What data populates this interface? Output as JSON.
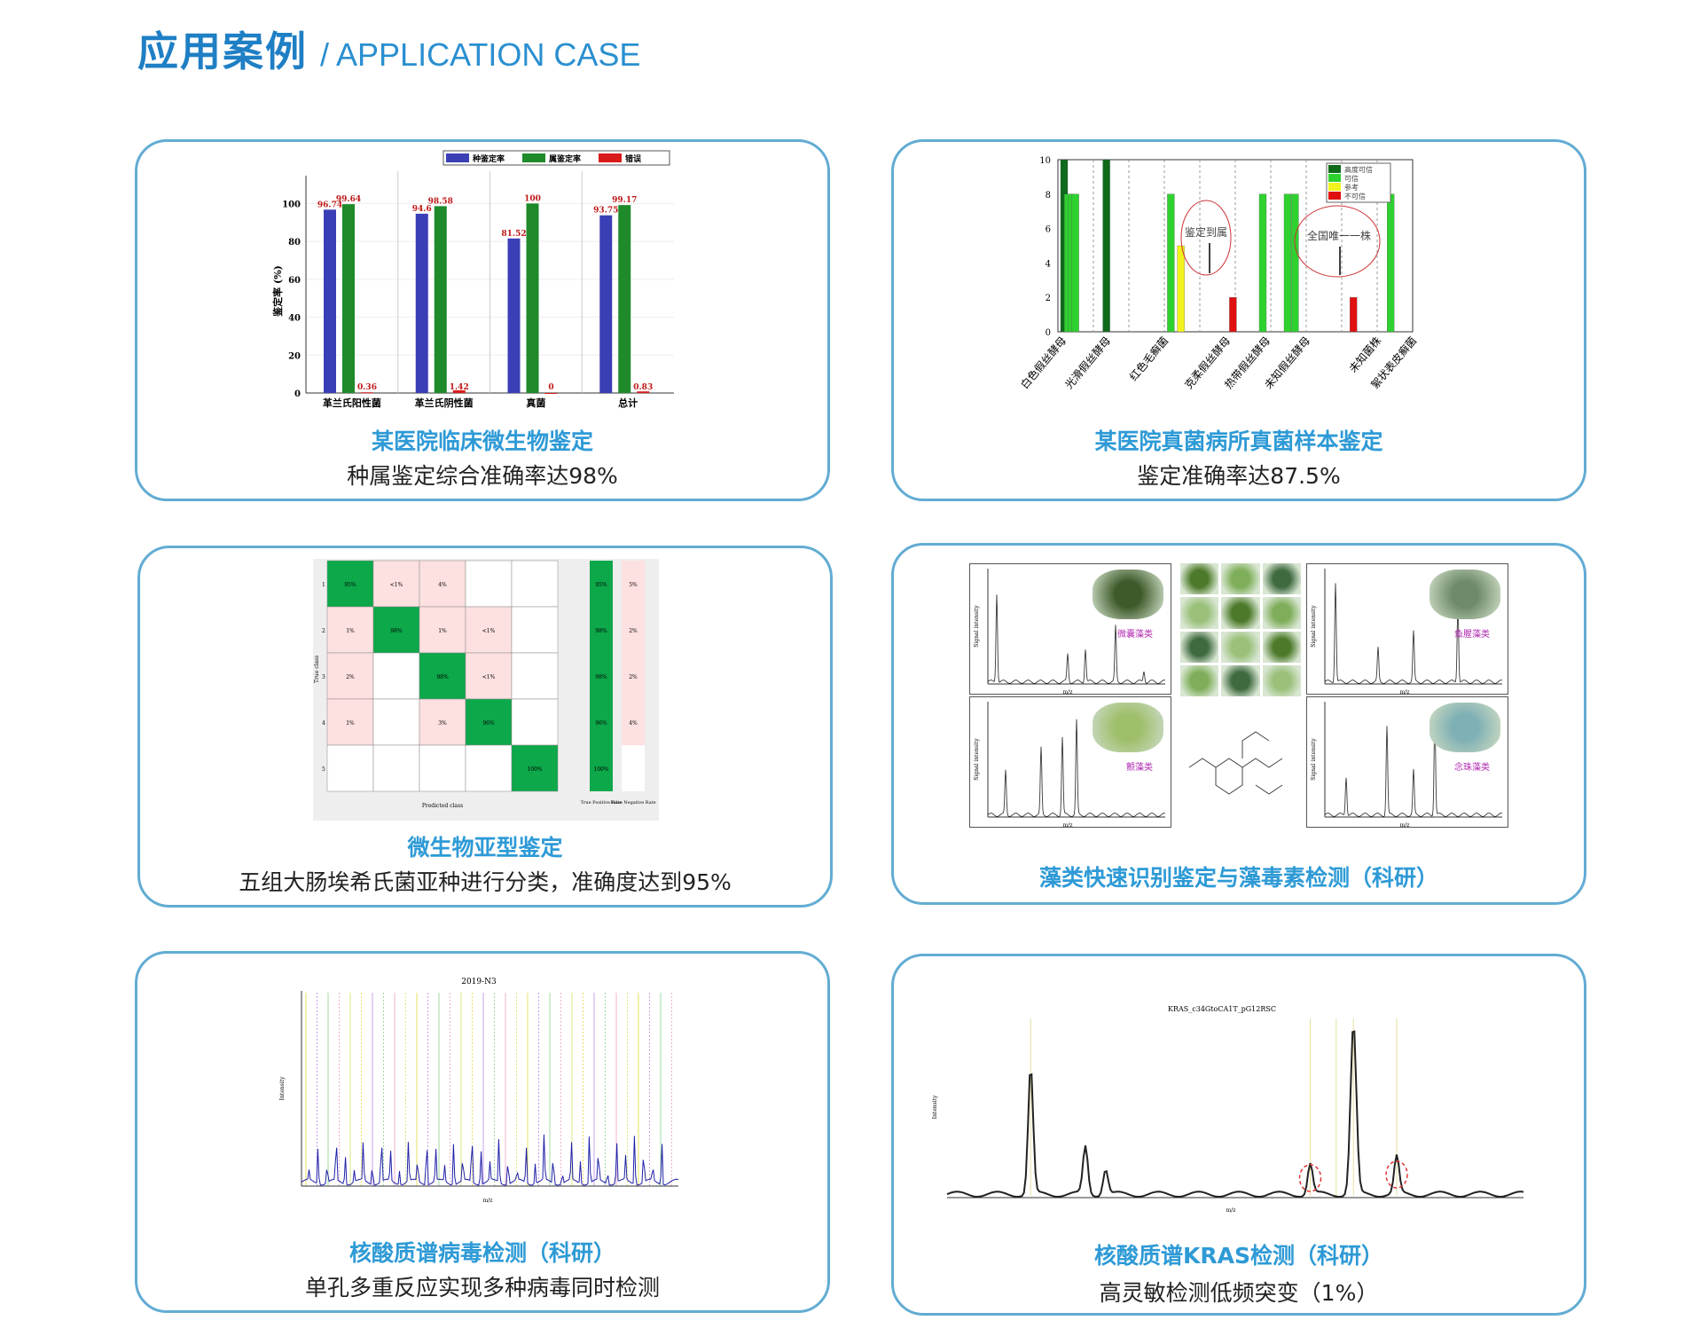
{
  "header": {
    "title_cn": "应用案例",
    "title_en": "/ APPLICATION CASE"
  },
  "cards": [
    {
      "title": "某医院临床微生物鉴定",
      "subtitle": "种属鉴定综合准确率达98%"
    },
    {
      "title": "某医院真菌病所真菌样本鉴定",
      "subtitle": "鉴定准确率达87.5%"
    },
    {
      "title": "微生物亚型鉴定",
      "subtitle": "五组大肠埃希氏菌亚种进行分类，准确度达到95%"
    },
    {
      "title": "藻类快速识别鉴定与藻毒素检测（科研）",
      "subtitle": ""
    },
    {
      "title": "核酸质谱病毒检测（科研）",
      "subtitle": "单孔多重反应实现多种病毒同时检测"
    },
    {
      "title": "核酸质谱KRAS检测（科研）",
      "subtitle": "高灵敏检测低频突变（1%）"
    }
  ],
  "chart_data": [
    {
      "type": "bar",
      "ylabel": "鉴定率 (%)",
      "ylim": [
        0,
        110
      ],
      "yticks": [
        0,
        20,
        40,
        60,
        80,
        100
      ],
      "categories": [
        "革兰氏阳性菌",
        "革兰氏阴性菌",
        "真菌",
        "总计"
      ],
      "series": [
        {
          "name": "种鉴定率",
          "color": "#3b3fb5",
          "values": [
            96.74,
            94.6,
            81.52,
            93.75
          ]
        },
        {
          "name": "属鉴定率",
          "color": "#1e8a2a",
          "values": [
            99.64,
            98.58,
            100,
            99.17
          ]
        },
        {
          "name": "错误",
          "color": "#d91a1a",
          "values": [
            0.36,
            1.42,
            0,
            0.83
          ]
        }
      ]
    },
    {
      "type": "bar",
      "ylim": [
        0,
        10
      ],
      "yticks": [
        0,
        2,
        4,
        6,
        8,
        10
      ],
      "legend": [
        {
          "name": "高度可信",
          "color": "#0f6a1a"
        },
        {
          "name": "可信",
          "color": "#2fd12f"
        },
        {
          "name": "参考",
          "color": "#f2f21e"
        },
        {
          "name": "不可信",
          "color": "#e01010"
        }
      ],
      "categories": [
        "白色假丝酵母",
        "光滑假丝酵母",
        "红色毛癣菌",
        "克柔假丝酵母",
        "热带假丝酵母",
        "未知假丝酵母",
        "未知菌株",
        "絮状表皮癣菌"
      ],
      "bars": [
        {
          "cat": 0,
          "value": 10,
          "level": 0
        },
        {
          "cat": 0,
          "value": 8,
          "level": 1
        },
        {
          "cat": 0,
          "value": 8,
          "level": 1
        },
        {
          "cat": 0,
          "value": 8,
          "level": 1
        },
        {
          "cat": 1,
          "value": 10,
          "level": 0
        },
        {
          "cat": 2,
          "value": 8,
          "level": 1
        },
        {
          "cat": 2,
          "value": 5,
          "level": 2
        },
        {
          "cat": 3,
          "value": 2,
          "level": 3
        },
        {
          "cat": 4,
          "value": 8,
          "level": 1
        },
        {
          "cat": 5,
          "value": 8,
          "level": 1
        },
        {
          "cat": 5,
          "value": 8,
          "level": 1
        },
        {
          "cat": 6,
          "value": 2,
          "level": 3
        },
        {
          "cat": 7,
          "value": 8,
          "level": 1
        }
      ],
      "annotations": [
        "鉴定到属",
        "全国唯一一株"
      ]
    },
    {
      "type": "heatmap",
      "ylabel": "True class",
      "xlabel": "Predicted class",
      "classes": [
        "1",
        "2",
        "3",
        "4",
        "5"
      ],
      "matrix": [
        [
          "95%",
          "<1%",
          "4%",
          "",
          ""
        ],
        [
          "1%",
          "98%",
          "1%",
          "<1%",
          ""
        ],
        [
          "2%",
          "",
          "98%",
          "<1%",
          ""
        ],
        [
          "1%",
          "",
          "3%",
          "96%",
          ""
        ],
        [
          "",
          "",
          "",
          "",
          "100%"
        ]
      ],
      "tpr_label": "True Positive Rate",
      "fnr_label": "False Negative Rate",
      "tpr": [
        "95%",
        "98%",
        "98%",
        "96%",
        "100%"
      ],
      "fnr": [
        "5%",
        "2%",
        "2%",
        "4%",
        ""
      ]
    },
    {
      "type": "line",
      "panels": [
        "微囊藻类",
        "鱼腥藻类",
        "颤藻类",
        "念珠藻类"
      ],
      "ylabel": "Signal intensity",
      "xlabel": "m/z"
    },
    {
      "type": "line",
      "title": "2019-N3",
      "ylabel": "Intensity",
      "xlabel": "m/z"
    },
    {
      "type": "line",
      "title": "KRAS_c34GtoCA1T_pG12RSC",
      "ylabel": "Intensity",
      "xlabel": "m/z"
    }
  ]
}
